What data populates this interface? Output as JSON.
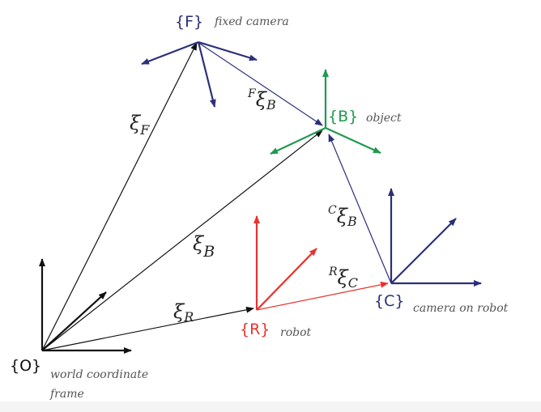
{
  "colors": {
    "navy": "#2b2f7a",
    "black": "#111111",
    "red": "#e8332f",
    "green": "#1f9a4f",
    "note": "#555555"
  },
  "frames": {
    "F": {
      "label": "{F}",
      "note": "fixed camera"
    },
    "B": {
      "label": "{B}",
      "note": "object"
    },
    "C": {
      "label": "{C}",
      "note": "camera on robot"
    },
    "R": {
      "label": "{R}",
      "note": "robot"
    },
    "O": {
      "label": "{O}",
      "note_line1": "world coordinate",
      "note_line2": "frame"
    }
  },
  "transforms": {
    "xi_F": {
      "base": "ξ",
      "sub": "F",
      "sup": ""
    },
    "xi_B": {
      "base": "ξ",
      "sub": "B",
      "sup": ""
    },
    "xi_R": {
      "base": "ξ",
      "sub": "R",
      "sup": ""
    },
    "F_xi_B": {
      "base": "ξ",
      "sub": "B",
      "sup": "F"
    },
    "C_xi_B": {
      "base": "ξ",
      "sub": "B",
      "sup": "C"
    },
    "R_xi_C": {
      "base": "ξ",
      "sub": "C",
      "sup": "R"
    }
  }
}
